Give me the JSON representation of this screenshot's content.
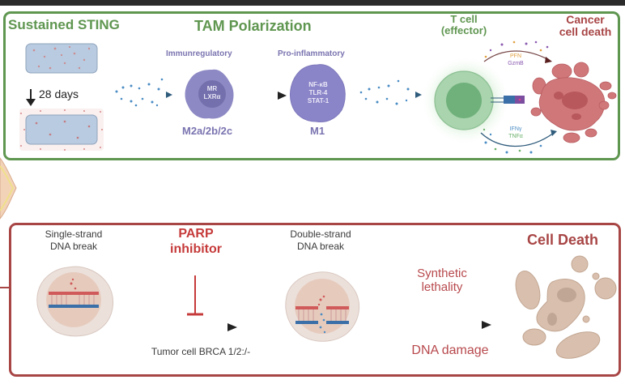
{
  "top_panel": {
    "sustained_title": "Sustained STING",
    "duration_label": "28 days",
    "tam_title": "TAM Polarization",
    "m2": {
      "state_label": "Immunregulatory",
      "markers": [
        "MR",
        "LXRα"
      ],
      "subtype_label": "M2a/2b/2c"
    },
    "m1": {
      "state_label": "Pro-inflammatory",
      "markers": [
        "NF-κB",
        "TLR-4",
        "STAT-1"
      ],
      "subtype_label": "M1"
    },
    "tcell_title_line1": "T cell",
    "tcell_title_line2": "(effector)",
    "cytotoxic_labels": [
      "PFN",
      "GzmB"
    ],
    "cytokine_labels": [
      "IFNγ",
      "TNFα"
    ],
    "cancer_title_line1": "Cancer",
    "cancer_title_line2": "cell death",
    "colors": {
      "border": "#5f9650",
      "macrophage": "#8d89c4",
      "tcell": "#7fbf8a",
      "cancer_cell": "#d0777a"
    }
  },
  "bottom_panel": {
    "ssb_line1": "Single-strand",
    "ssb_line2": "DNA break",
    "parp_line1": "PARP",
    "parp_line2": "inhibitor",
    "dsb_line1": "Double-strand",
    "dsb_line2": "DNA break",
    "tumor_label": "Tumor cell BRCA 1/2:/-",
    "synthetic_line1": "Synthetic",
    "synthetic_line2": "lethality",
    "dna_damage_label": "DNA damage",
    "cell_death_title": "Cell Death",
    "colors": {
      "border": "#a84545",
      "inhibitor": "#c63a3a",
      "dead_cell": "#d9c0ae"
    }
  }
}
